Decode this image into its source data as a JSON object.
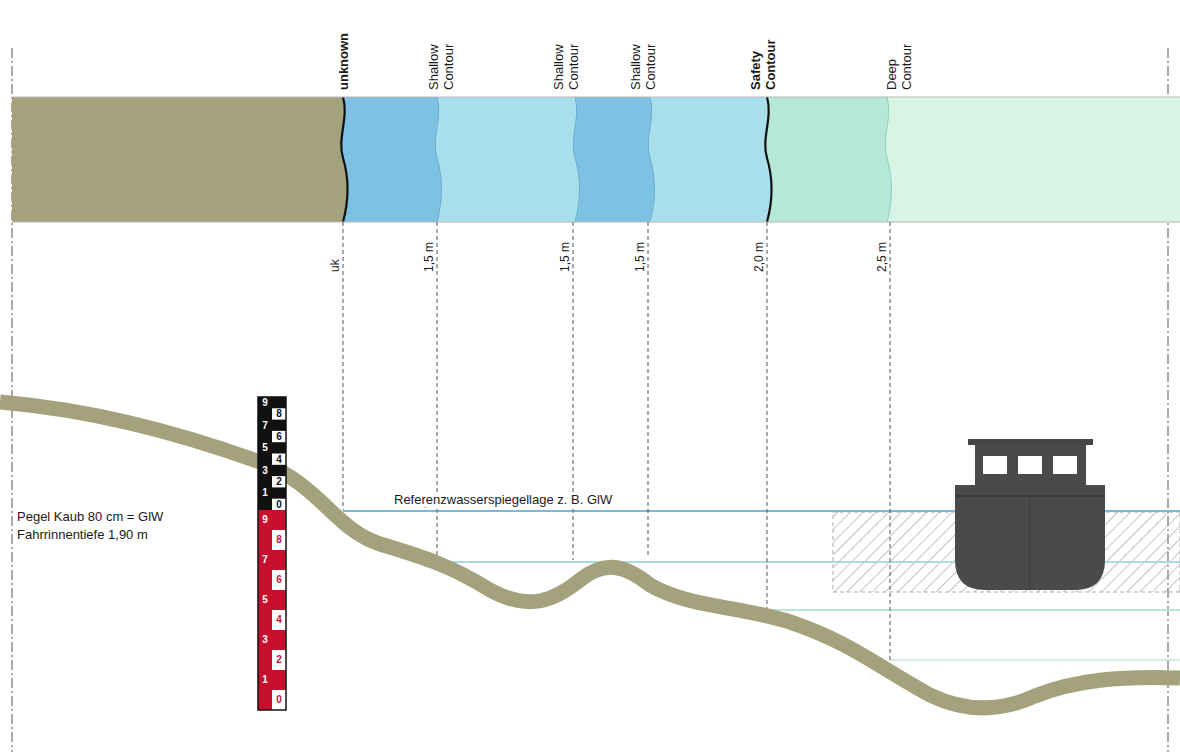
{
  "diagram": {
    "labels": [
      "unknown",
      "Shallow Contour",
      "Shallow Contour",
      "Shallow Contour",
      "Safety Contour",
      "Deep Contour",
      "uk",
      "1,5 m",
      "1,5 m",
      "1,5 m",
      "2,0 m",
      "2,5 m",
      "Pegel Kaub 80 cm = GlW",
      "Fahrrinnentiefe 1,90 m",
      "Referenzwasserspiegellage z. B. GlW",
      "9",
      "8",
      "7",
      "6",
      "5",
      "4",
      "3",
      "2",
      "1",
      "0",
      "9",
      "8",
      "7",
      "6",
      "5",
      "4",
      "3",
      "2",
      "1",
      "0"
    ]
  }
}
